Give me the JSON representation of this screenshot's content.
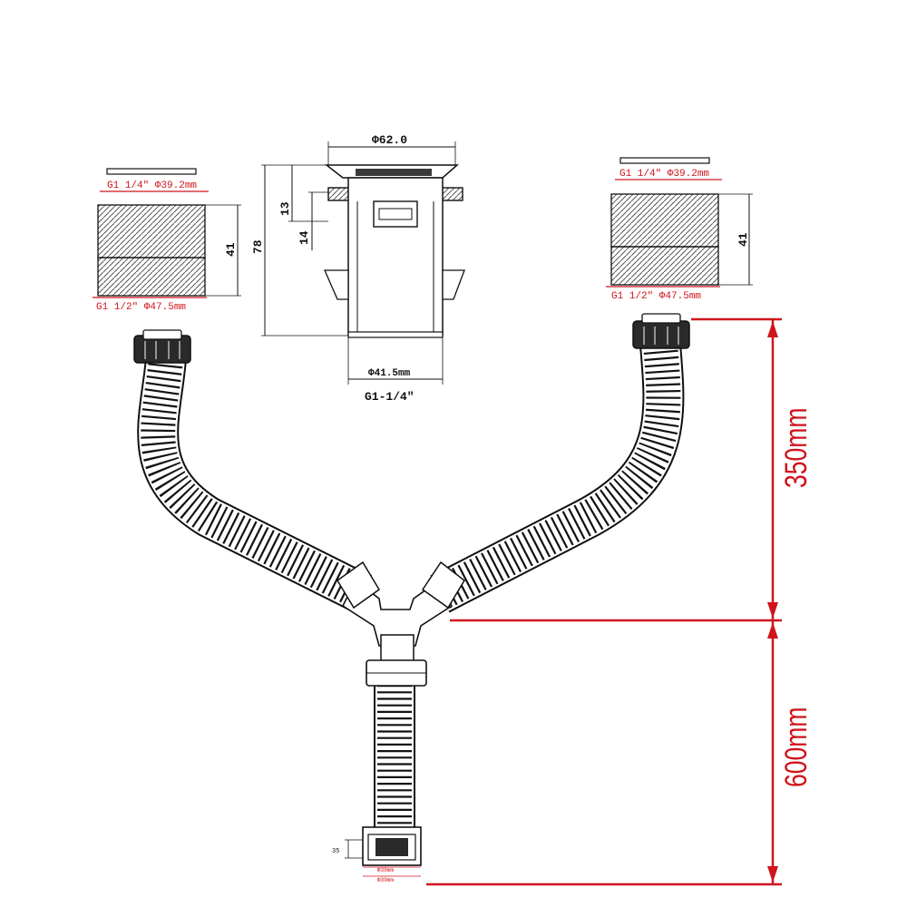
{
  "colors": {
    "dimension_red": "#d0141c",
    "line_black": "#111111",
    "hose_fill": "#ffffff",
    "nut_fill": "#2a2a2a"
  },
  "left_adapter": {
    "top_label": "G1 1/4\" Φ39.2mm",
    "bottom_label": "G1 1/2\" Φ47.5mm",
    "height_label": "41"
  },
  "right_adapter": {
    "top_label": "G1 1/4\" Φ39.2mm",
    "bottom_label": "G1 1/2\" Φ47.5mm",
    "height_label": "41"
  },
  "waste": {
    "top_diameter": "Φ62.0",
    "height_total": "78",
    "dim_13": "13",
    "dim_14": "14",
    "body_diameter": "Φ41.5mm",
    "thread": "G1-1/4\""
  },
  "dimensions": {
    "upper": "350mm",
    "lower": "600mm"
  },
  "outlet": {
    "side_label": "35",
    "label_1": "Φ38mm",
    "label_2": "Φ39mm"
  }
}
